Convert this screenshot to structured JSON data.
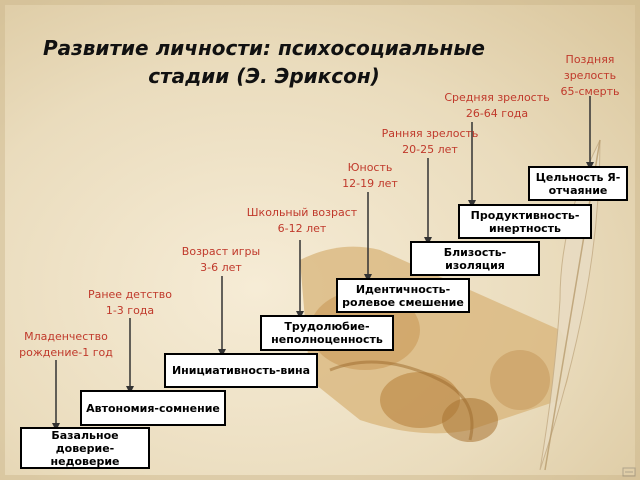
{
  "title": "Развитие личности: психосоциальные стадии (Э. Эриксон)",
  "stages": [
    {
      "age_label": "Младенчество",
      "age_range": "рождение-1 год",
      "crisis_line1": "Базальное",
      "crisis_line2": "доверие-недоверие"
    },
    {
      "age_label": "Ранее детство",
      "age_range": "1-3 года",
      "crisis_line1": "Автономия-сомнение",
      "crisis_line2": ""
    },
    {
      "age_label": "",
      "age_range": "",
      "crisis_line1": "Инициативность-вина",
      "crisis_line2": ""
    },
    {
      "age_label": "Возраст игры",
      "age_range": "3-6 лет",
      "crisis_line1": "",
      "crisis_line2": ""
    },
    {
      "age_label": "Школьный возраст",
      "age_range": "6-12 лет",
      "crisis_line1": "Трудолюбие-",
      "crisis_line2": "неполноценность"
    },
    {
      "age_label": "Юность",
      "age_range": "12-19 лет",
      "crisis_line1": "Идентичность-",
      "crisis_line2": "ролевое смешение"
    },
    {
      "age_label": "Ранняя зрелость",
      "age_range": "20-25 лет",
      "crisis_line1": "Близость-изоляция",
      "crisis_line2": ""
    },
    {
      "age_label": "Средняя зрелость",
      "age_range": "26-64 года",
      "crisis_line1": "Продуктивность-",
      "crisis_line2": "инертность"
    },
    {
      "age_label": "Поздняя",
      "age_label2": "зрелость",
      "age_range": "65-смерть",
      "crisis_line1": "Цельность Я-",
      "crisis_line2": "отчаяние"
    }
  ],
  "colors": {
    "label": "#c0392b",
    "box_border": "#000000",
    "background": "#eadcbd"
  }
}
